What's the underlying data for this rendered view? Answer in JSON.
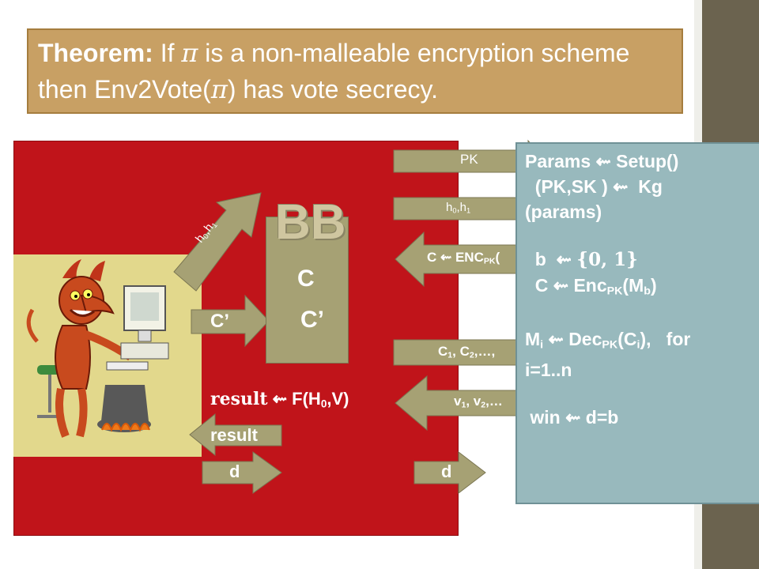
{
  "theorem": {
    "label": "Theorem:",
    "text_a": " If ",
    "pi": "π",
    "text_b": " is a non-malleable encryption scheme then Env2Vote(",
    "pi2": "π",
    "text_c": ") has vote secrecy."
  },
  "bb": {
    "title": "BB",
    "c": "C",
    "c_prime": "C’"
  },
  "arrows": {
    "pk": "PK",
    "h0h1_right": "h",
    "h0h1_up": "h",
    "c_enc": "C ⇜ ENC",
    "c_enc_sub": "PK",
    "c_enc_tail": "(",
    "c_prime_in": "C’",
    "c_list": "C",
    "v_list": "v",
    "result": "result",
    "d_left": "d",
    "d_right": "d"
  },
  "result_eq": {
    "word": "result",
    "arrow": " ⇜ F(H",
    "sub": "0",
    "tail": ",V)"
  },
  "params": {
    "l1": "Params ⇜ Setup()",
    "l2": "  (PK,SK ) ⇜  Kg",
    "l3": "(params)",
    "l4_a": "  b  ⇜ ",
    "l4_b": "{0, 1}",
    "l5_a": "  C ⇜ Enc",
    "l5_sub": "PK",
    "l5_b": "(M",
    "l5_sub2": "b",
    "l5_c": ")",
    "l6_a": "M",
    "l6_sub": "i",
    "l6_b": " ⇜ Dec",
    "l6_sub2": "PK",
    "l6_c": "(C",
    "l6_sub3": "i",
    "l6_d": "),   for",
    "l7": "i=1..n",
    "l8": " win ⇜ d=b"
  },
  "colors": {
    "game_bg": "#c0141a",
    "theorem_bg": "#c8a064",
    "params_bg": "#98b9bd",
    "arrow": "#a6a174"
  }
}
